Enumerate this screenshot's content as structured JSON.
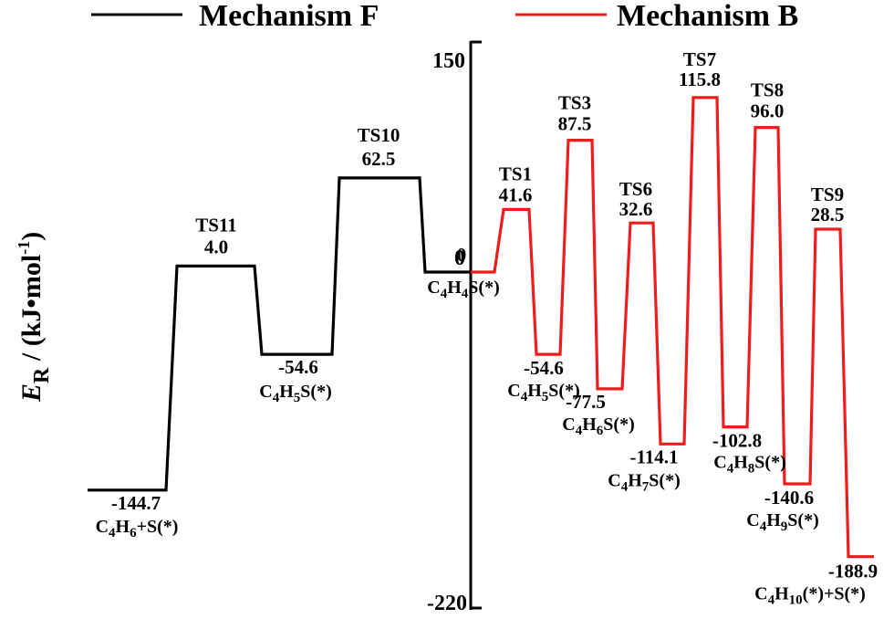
{
  "chart_data": {
    "type": "line",
    "ylabel": {
      "main": "E",
      "sub": "R",
      "unit_prefix": " / (kJ•mol",
      "unit_sup": "-1",
      "unit_suffix": ")"
    },
    "ylim": [
      -220,
      150
    ],
    "yticks": [
      "150",
      "0",
      "-220"
    ],
    "grid": false,
    "legend_position": "top",
    "series": [
      {
        "name": "Mechanism F",
        "color": "#000000",
        "direction": "left",
        "levels": [
          {
            "id": "f0",
            "value": 0,
            "label": ""
          },
          {
            "id": "f1",
            "value": 62.5,
            "value_label": "62.5",
            "ts": "TS10"
          },
          {
            "id": "f2",
            "value": -54.6,
            "value_label": "-54.6",
            "species": [
              [
                "C",
                ""
              ],
              [
                "4",
                "sub"
              ],
              [
                "H",
                ""
              ],
              [
                "5",
                "sub"
              ],
              [
                "S(*)",
                ""
              ]
            ]
          },
          {
            "id": "f3",
            "value": 4.0,
            "value_label": "4.0",
            "ts": "TS11"
          },
          {
            "id": "f4",
            "value": -144.7,
            "value_label": "-144.7",
            "species": [
              [
                "C",
                ""
              ],
              [
                "4",
                "sub"
              ],
              [
                "H",
                ""
              ],
              [
                "6",
                "sub"
              ],
              [
                "+S(*)",
                ""
              ]
            ]
          }
        ]
      },
      {
        "name": "Mechanism B",
        "color": "#ee1c1c",
        "direction": "right",
        "levels": [
          {
            "id": "b0",
            "value": 0,
            "value_label": "0",
            "species": [
              [
                "C",
                ""
              ],
              [
                "4",
                "sub"
              ],
              [
                "H",
                ""
              ],
              [
                "4",
                "sub"
              ],
              [
                "S(*)",
                ""
              ]
            ]
          },
          {
            "id": "b1",
            "value": 41.6,
            "value_label": "41.6",
            "ts": "TS1"
          },
          {
            "id": "b2",
            "value": -54.6,
            "value_label": "-54.6",
            "species": [
              [
                "C",
                ""
              ],
              [
                "4",
                "sub"
              ],
              [
                "H",
                ""
              ],
              [
                "5",
                "sub"
              ],
              [
                "S(*)",
                ""
              ]
            ]
          },
          {
            "id": "b3",
            "value": 87.5,
            "value_label": "87.5",
            "ts": "TS3"
          },
          {
            "id": "b4",
            "value": -77.5,
            "value_label": "-77.5",
            "species": [
              [
                "C",
                ""
              ],
              [
                "4",
                "sub"
              ],
              [
                "H",
                ""
              ],
              [
                "6",
                "sub"
              ],
              [
                "S(*)",
                ""
              ]
            ]
          },
          {
            "id": "b5",
            "value": 32.6,
            "value_label": "32.6",
            "ts": "TS6"
          },
          {
            "id": "b6",
            "value": -114.1,
            "value_label": "-114.1",
            "species": [
              [
                "C",
                ""
              ],
              [
                "4",
                "sub"
              ],
              [
                "H",
                ""
              ],
              [
                "7",
                "sub"
              ],
              [
                "S(*)",
                ""
              ]
            ]
          },
          {
            "id": "b7",
            "value": 115.8,
            "value_label": "115.8",
            "ts": "TS7"
          },
          {
            "id": "b8",
            "value": -102.8,
            "value_label": "-102.8",
            "species": [
              [
                "C",
                ""
              ],
              [
                "4",
                "sub"
              ],
              [
                "H",
                ""
              ],
              [
                "8",
                "sub"
              ],
              [
                "S(*)",
                ""
              ]
            ]
          },
          {
            "id": "b9",
            "value": 96.0,
            "value_label": "96.0",
            "ts": "TS8"
          },
          {
            "id": "b10",
            "value": -140.6,
            "value_label": "-140.6",
            "species": [
              [
                "C",
                ""
              ],
              [
                "4",
                "sub"
              ],
              [
                "H",
                ""
              ],
              [
                "9",
                "sub"
              ],
              [
                "S(*)",
                ""
              ]
            ]
          },
          {
            "id": "b11",
            "value": 28.5,
            "value_label": "28.5",
            "ts": "TS9"
          },
          {
            "id": "b12",
            "value": -188.9,
            "value_label": "-188.9",
            "species": [
              [
                "C",
                ""
              ],
              [
                "4",
                "sub"
              ],
              [
                "H",
                ""
              ],
              [
                "10",
                "sub"
              ],
              [
                "(*)+S(*)",
                ""
              ]
            ]
          }
        ]
      }
    ]
  }
}
